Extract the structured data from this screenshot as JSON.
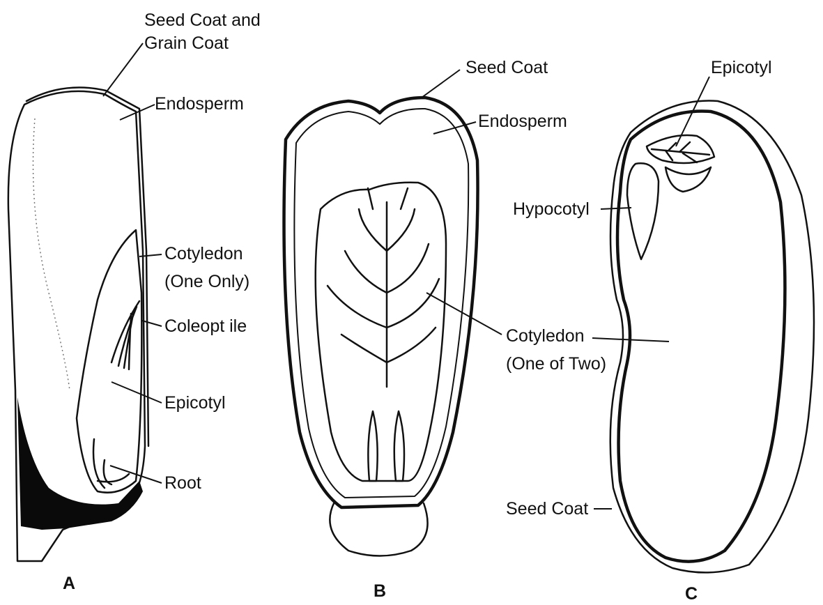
{
  "figures": {
    "a": {
      "letter": "A",
      "labels": {
        "seed_coat_grain_coat_1": "Seed Coat and",
        "seed_coat_grain_coat_2": "Grain Coat",
        "endosperm": "Endosperm",
        "cotyledon_1": "Cotyledon",
        "cotyledon_2": "(One Only)",
        "coleoptile": "Coleopt ile",
        "epicotyl": "Epicotyl",
        "root": "Root"
      }
    },
    "b": {
      "letter": "B",
      "labels": {
        "seed_coat": "Seed Coat",
        "endosperm": "Endosperm",
        "cotyledon_1": "Cotyledon",
        "cotyledon_2": "(One of Two)"
      }
    },
    "c": {
      "letter": "C",
      "labels": {
        "epicotyl": "Epicotyl",
        "hypocotyl": "Hypocotyl",
        "seed_coat": "Seed Coat"
      }
    }
  }
}
